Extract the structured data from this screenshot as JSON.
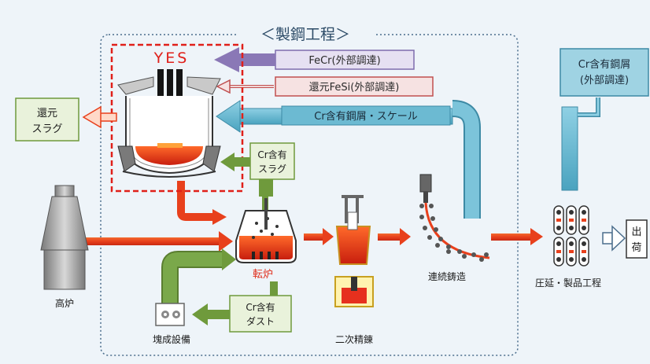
{
  "title": "＜製鋼工程＞",
  "yes_label": "YES",
  "inputs": {
    "fecr": "FeCr(外部調達)",
    "fesi": "還元FeSi(外部調達)",
    "scrap_scale": "Cr含有鋼屑・スケール",
    "ext_scrap_line1": "Cr含有鋼屑",
    "ext_scrap_line2": "(外部調達)"
  },
  "outputs": {
    "reduced_slag_line1": "還元",
    "reduced_slag_line2": "スラグ",
    "cr_slag_line1": "Cr含有",
    "cr_slag_line2": "スラグ",
    "cr_dust_line1": "Cr含有",
    "cr_dust_line2": "ダスト"
  },
  "process_labels": {
    "blast_furnace": "高炉",
    "converter": "転炉",
    "sintering": "塊成設備",
    "secondary_refining": "二次精錬",
    "continuous_casting": "連続鋳造",
    "rolling": "圧延・製品工程",
    "shipping_line1": "出",
    "shipping_line2": "荷"
  },
  "colors": {
    "red_flow": "#e8401c",
    "cyan_flow": "#5fb3cc",
    "green_flow": "#6f9a3c",
    "purple_arrow": "#8a78b6",
    "red_text": "#e0301e"
  }
}
